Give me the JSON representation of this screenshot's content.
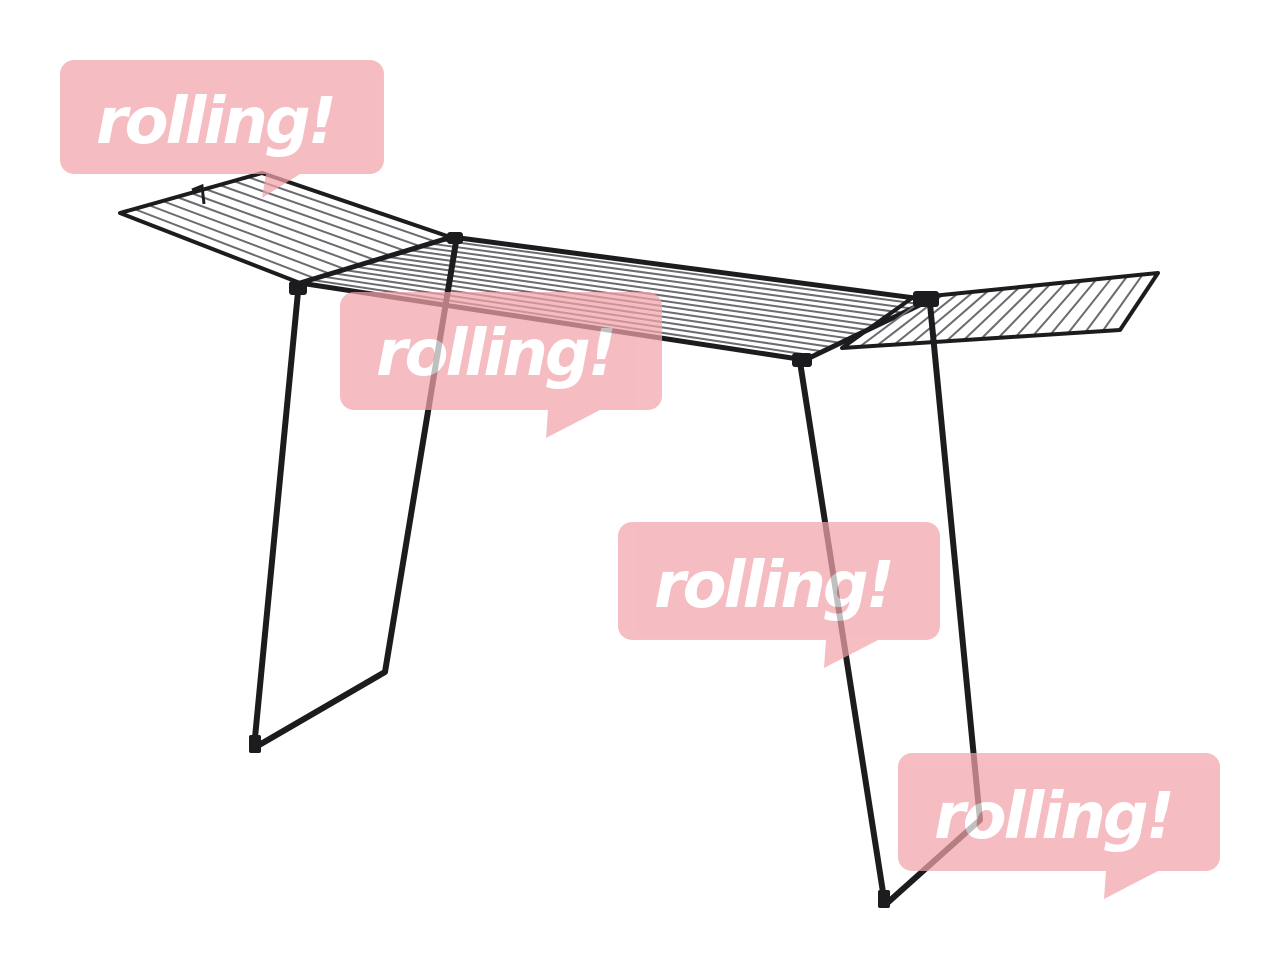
{
  "image": {
    "subject": "folding clothes drying rack",
    "frame_color": "#1c1c1e",
    "wire_color": "#6b6b70",
    "background_color": "#ffffff"
  },
  "watermarks": {
    "color": "#f2a3aa",
    "items": [
      {
        "text": "rolling!"
      },
      {
        "text": "rolling!"
      },
      {
        "text": "rolling!"
      },
      {
        "text": "rolling!"
      }
    ]
  }
}
